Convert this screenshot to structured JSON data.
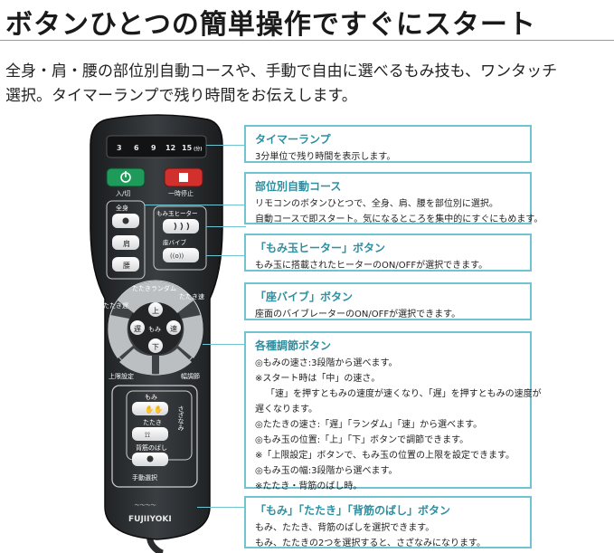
{
  "headline": "ボタンひとつの簡単操作ですぐにスタート",
  "intro": [
    "全身・肩・腰の部位別自動コースや、手動で自由に選べるもみ技も、ワンタッチ",
    "選択。タイマーランプで残り時間をお伝えします。"
  ],
  "remote": {
    "timer_numbers": [
      "3",
      "6",
      "9",
      "12",
      "15"
    ],
    "timer_unit": "(分)",
    "power_label": "入/切",
    "stop_label": "一時停止",
    "body_labels": [
      "全身",
      "肩",
      "腰"
    ],
    "heater_label": "もみ玉ヒーター",
    "vibe_label": "座バイブ",
    "ring_top": "たたきランダム",
    "ring_left": "たたき遅",
    "ring_right": "たたき速",
    "ring_bottom_left": "上限設定",
    "ring_bottom_right": "幅調節",
    "dpad_up": "上",
    "dpad_down": "下",
    "dpad_left": "遅",
    "dpad_right": "速",
    "dpad_center": "もみ",
    "manual_labels": [
      "もみ",
      "たたき",
      "背筋のばし"
    ],
    "manual_side": "さざなみ",
    "manual_select": "手動選択",
    "brand": "FUJIIYOKI",
    "colors": {
      "power": "#1e9a5a",
      "stop": "#d2302c",
      "accent": "#6fc4cf",
      "body": "#2c2f31"
    }
  },
  "callouts": [
    {
      "title": "タイマーランプ",
      "lines": [
        "3分単位で残り時間を表示します。"
      ]
    },
    {
      "title": "部位別自動コース",
      "lines": [
        "リモコンのボタンひとつで、全身、肩、腰を部位別に選択。",
        "自動コースで即スタート。気になるところを集中的にすぐにもめます。"
      ]
    },
    {
      "title": "「もみ玉ヒーター」ボタン",
      "lines": [
        "もみ玉に搭載されたヒーターのON/OFFが選択できます。"
      ]
    },
    {
      "title": "「座バイブ」ボタン",
      "lines": [
        "座面のバイブレーターのON/OFFが選択できます。"
      ]
    },
    {
      "title": "各種調節ボタン",
      "lines": [
        "◎もみの速さ:3段階から選べます。",
        "※スタート時は「中」の速さ。",
        "「速」を押すともみの速度が速くなり、「遅」を押すともみの速度が",
        "遅くなります。",
        "◎たたきの速さ:「遅」「ランダム」「速」から選べます。",
        "◎もみ玉の位置:「上」「下」ボタンで調節できます。",
        "※「上限設定」ボタンで、もみ玉の位置の上限を設定できます。",
        "◎もみ玉の幅:3段階から選べます。",
        "※たたき・背筋のばし時。"
      ]
    },
    {
      "title": "「もみ」「たたき」「背筋のばし」ボタン",
      "lines": [
        "もみ、たたき、背筋のばしを選択できます。",
        "もみ、たたきの2つを選択すると、さざなみになります。"
      ]
    }
  ]
}
